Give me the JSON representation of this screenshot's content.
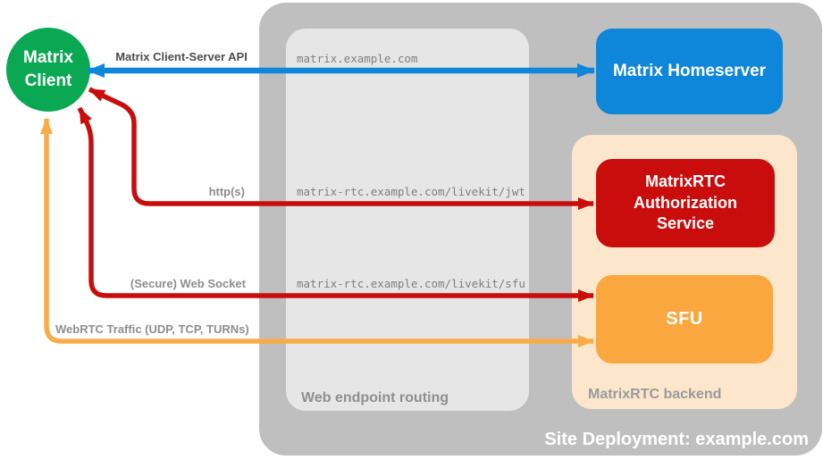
{
  "client": {
    "label": "Matrix Client",
    "color": "#0aa853"
  },
  "homeserver": {
    "label": "Matrix Homeserver",
    "color": "#0e86da"
  },
  "auth_service": {
    "label": "MatrixRTC Authorization Service",
    "color": "#c90d0d"
  },
  "sfu": {
    "label": "SFU",
    "color": "#fba740"
  },
  "containers": {
    "site": {
      "label": "Site Deployment: example.com",
      "color": "#bfbfbf"
    },
    "routing": {
      "label": "Web endpoint routing",
      "color": "#e6e6e6"
    },
    "backend": {
      "label": "MatrixRTC backend",
      "color": "#fce7cd"
    }
  },
  "connections": {
    "client_server_api": {
      "label": "Matrix Client-Server API",
      "route": "matrix.example.com",
      "color": "#0e86da"
    },
    "https": {
      "label": "http(s)",
      "route": "matrix-rtc.example.com/livekit/jwt",
      "color": "#c90d0d"
    },
    "websocket": {
      "label": "(Secure) Web Socket",
      "route": "matrix-rtc.example.com/livekit/sfu",
      "color": "#c90d0d"
    },
    "webrtc": {
      "label": "WebRTC Traffic (UDP, TCP, TURNs)",
      "color": "#f9ab4a"
    }
  }
}
